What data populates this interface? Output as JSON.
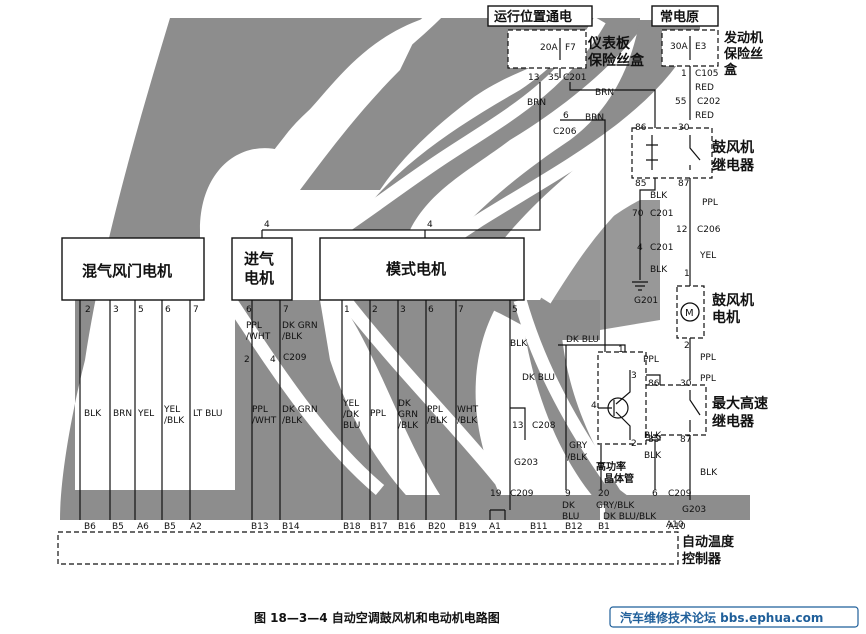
{
  "headers": {
    "run_power": "运行位置通电",
    "const_power": "常电原"
  },
  "fuse_boxes": {
    "dash_line1": "仪表板",
    "dash_line2": "保险丝盒",
    "engine_line1": "发动机",
    "engine_line2": "保险丝",
    "engine_line3": "盒",
    "f7_amp": "20A",
    "f7_name": "F7",
    "e3_amp": "30A",
    "e3_name": "E3"
  },
  "components": {
    "mix_door_motor": "混气风门电机",
    "intake_motor_l1": "进气",
    "intake_motor_l2": "电机",
    "mode_motor": "模式电机",
    "blower_relay_l1": "鼓风机",
    "blower_relay_l2": "继电器",
    "blower_motor_l1": "鼓风机",
    "blower_motor_l2": "电机",
    "max_relay_l1": "最大高速",
    "max_relay_l2": "继电器",
    "transistor_l1": "高功率",
    "transistor_l2": "晶体管",
    "controller_l1": "自动温度",
    "controller_l2": "控制器"
  },
  "connectors": {
    "c201": "C201",
    "c105": "C105",
    "c202": "C202",
    "c206": "C206",
    "c209": "C209",
    "c208": "C208",
    "g201": "G201",
    "g203": "G203",
    "g203b": "G203"
  },
  "pins": {
    "p13": "13",
    "p35": "35",
    "p1": "1",
    "p55": "55",
    "p6": "6",
    "p86": "86",
    "p30": "30",
    "p85": "85",
    "p87": "87",
    "p70": "70",
    "p12": "12",
    "p4": "4",
    "pm1": "1",
    "pm2": "2",
    "p86b": "86",
    "p30b": "30",
    "p85b": "85",
    "p87b": "87",
    "mx2": "2",
    "mx3": "3",
    "mx5": "5",
    "mx6": "6",
    "mx7": "7",
    "in6": "6",
    "in7": "7",
    "in2": "2",
    "in4": "4",
    "md1": "1",
    "md2": "2",
    "md3": "3",
    "md6": "6",
    "md7": "7",
    "md5": "5",
    "c208p": "13",
    "c209p": "19",
    "tr1": "1",
    "tr4": "4",
    "tr3": "3",
    "tr2": "2",
    "c209a": "9",
    "c209b": "20",
    "c209c": "6",
    "c201p": "4",
    "split_a": "4",
    "split_b": "4"
  },
  "wires": {
    "brn1": "BRN",
    "brn2": "BRN",
    "brn3": "BRN",
    "red1": "RED",
    "red2": "RED",
    "blk1": "BLK",
    "ppl1": "PPL",
    "yel1": "YEL",
    "blk2": "BLK",
    "ppl2": "PPL",
    "ppl3": "PPL",
    "mx_blk": "BLK",
    "mx_brn": "BRN",
    "mx_yel": "YEL",
    "mx_yelblk1": "YEL",
    "mx_yelblk2": "/BLK",
    "mx_ltblu": "LT BLU",
    "in_ppl1": "PPL",
    "in_ppl2": "/WHT",
    "in_dkgrn1": "DK GRN",
    "in_dkgrn2": "/BLK",
    "in_lo_ppl1": "PPL",
    "in_lo_ppl2": "/WHT",
    "in_lo_dk1": "DK GRN",
    "in_lo_dk2": "/BLK",
    "md_y1": "YEL",
    "md_y2": "/DK",
    "md_y3": "BLU",
    "md_ppl": "PPL",
    "md_dk1": "DK",
    "md_dk2": "GRN",
    "md_dk3": "/BLK",
    "md_pplblk1": "PPL",
    "md_pplblk2": "/BLK",
    "md_whtblk1": "WHT",
    "md_whtblk2": "/BLK",
    "md_blk": "BLK",
    "dkblu1": "DK BLU",
    "dkblu2": "DK BLU",
    "gry1": "GRY",
    "gry2": "/BLK",
    "blk3": "BLK",
    "blk4": "BLK",
    "blk5": "BLK",
    "ppl4": "PPL",
    "bot_dk1": "DK",
    "bot_dk2": "BLU",
    "bot_gry": "GRY/BLK",
    "bot_dkblu": "DK BLU/BLK",
    "bot_a10": "A10"
  },
  "controller_pins": [
    "B6",
    "B5",
    "A6",
    "B5",
    "A2",
    "B13",
    "B14",
    "B18",
    "B17",
    "B16",
    "B20",
    "B19",
    "A1",
    "B11",
    "B12",
    "B1",
    "A10"
  ],
  "caption": "图 18—3—4    自动空调鼓风机和电动机电路图",
  "watermark": "汽车维修技术论坛 bbs.ephua.com"
}
